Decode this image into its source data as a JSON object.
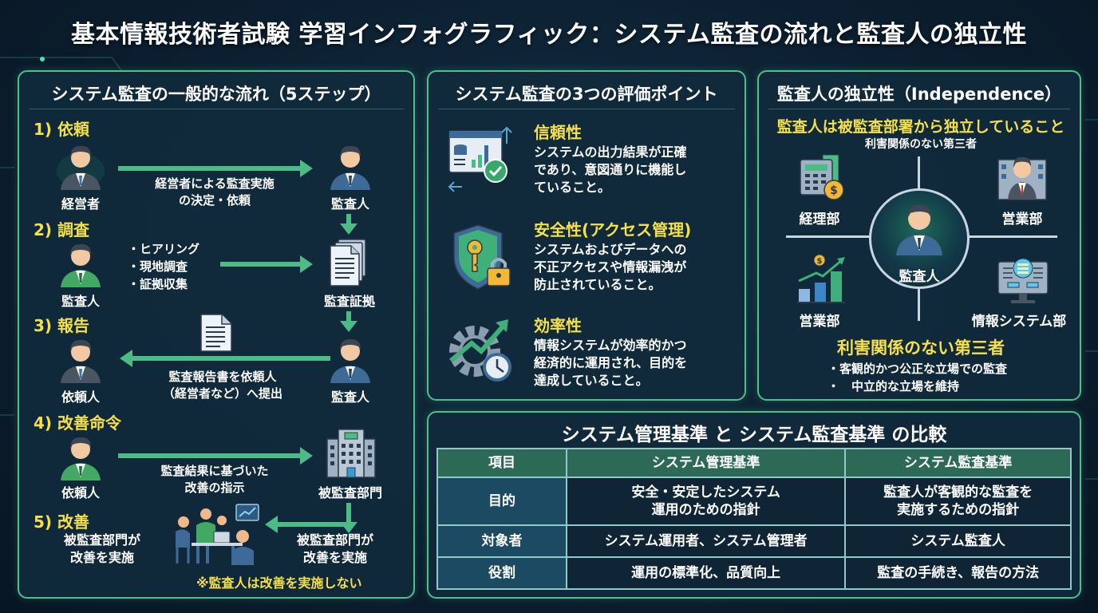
{
  "header": {
    "title": "基本情報技術者試験 学習インフォグラフィック：システム監査の流れと監査人の独立性"
  },
  "flow_panel": {
    "title": "システム監査の一般的な流れ（5ステップ）",
    "steps": [
      {
        "label": "1) 依頼",
        "left_actor": "経営者",
        "right_actor": "監査人",
        "arrow_text": [
          "経営者による監査実施",
          "の決定・依頼"
        ],
        "arrow_direction": "right"
      },
      {
        "label": "2) 調査",
        "left_actor": "監査人",
        "right_actor": "監査証拠",
        "bullets": [
          "・ヒアリング",
          "・現地調査",
          "・証拠収集"
        ],
        "arrow_direction": "right"
      },
      {
        "label": "3) 報告",
        "left_actor": "依頼人",
        "right_actor": "監査人",
        "arrow_text": [
          "監査報告書を依頼人",
          "（経営者など）へ提出"
        ],
        "arrow_direction": "left"
      },
      {
        "label": "4) 改善命令",
        "left_actor": "依頼人",
        "right_actor": "被監査部門",
        "arrow_text": [
          "監査結果に基づいた",
          "改善の指示"
        ],
        "arrow_direction": "right"
      },
      {
        "label": "5) 改善",
        "left_text": [
          "被監査部門が",
          "改善を実施"
        ],
        "right_text": [
          "被監査部門が",
          "改善を実施"
        ],
        "note": "※監査人は改善を実施しない",
        "arrow_direction": "left"
      }
    ]
  },
  "eval_panel": {
    "title": "システム監査の3つの評価ポイント",
    "points": [
      {
        "title": "信頼性",
        "icon": "dashboard-check-icon",
        "desc": [
          "システムの出力結果が正確",
          "であり、意図通りに機能し",
          "ていること。"
        ]
      },
      {
        "title": "安全性(アクセス管理)",
        "icon": "shield-key-icon",
        "desc": [
          "システムおよびデータへの",
          "不正アクセスや情報漏洩が",
          "防止されていること。"
        ]
      },
      {
        "title": "効率性",
        "icon": "gear-growth-icon",
        "desc": [
          "情報システムが効率的かつ",
          "経済的に運用され、目的を",
          "達成していること。"
        ]
      }
    ]
  },
  "independence_panel": {
    "title": "監査人の独立性（Independence）",
    "headline": "監査人は被監査部署から独立していること",
    "subline": "利害関係のない第三者",
    "center": "監査人",
    "departments": [
      {
        "name": "経理部",
        "icon": "calculator-money-icon"
      },
      {
        "name": "営業部",
        "icon": "salesperson-icon"
      },
      {
        "name": "営業部",
        "icon": "sales-chart-icon"
      },
      {
        "name": "情報システム部",
        "icon": "server-monitor-icon"
      }
    ],
    "bottom_title": "利害関係のない第三者",
    "bullets": [
      "・客観的かつ公正な立場での監査",
      "・　中立的な立場を維持"
    ]
  },
  "comparison_panel": {
    "title": "システム管理基準 と システム監査基準 の比較",
    "headers": [
      "項目",
      "システム管理基準",
      "システム監査基準"
    ],
    "rows": [
      [
        "目的",
        "安全・安定したシステム\n運用のための指針",
        "監査人が客観的な監査を\n実施するための指針"
      ],
      [
        "対象者",
        "システム運用者、システム管理者",
        "システム監査人"
      ],
      [
        "役割",
        "運用の標準化、品質向上",
        "監査の手続き、報告の方法"
      ]
    ],
    "row_lines": {
      "r0c1a": "安全・安定したシステム",
      "r0c1b": "運用のための指針",
      "r0c2a": "監査人が客観的な監査を",
      "r0c2b": "実施するための指針"
    }
  },
  "colors": {
    "accent_green": "#4dbb86",
    "border_green": "#4fbf8c",
    "highlight_yellow": "#f5e04a",
    "background": "#0c1f30",
    "table_header": "#2c6a55"
  }
}
